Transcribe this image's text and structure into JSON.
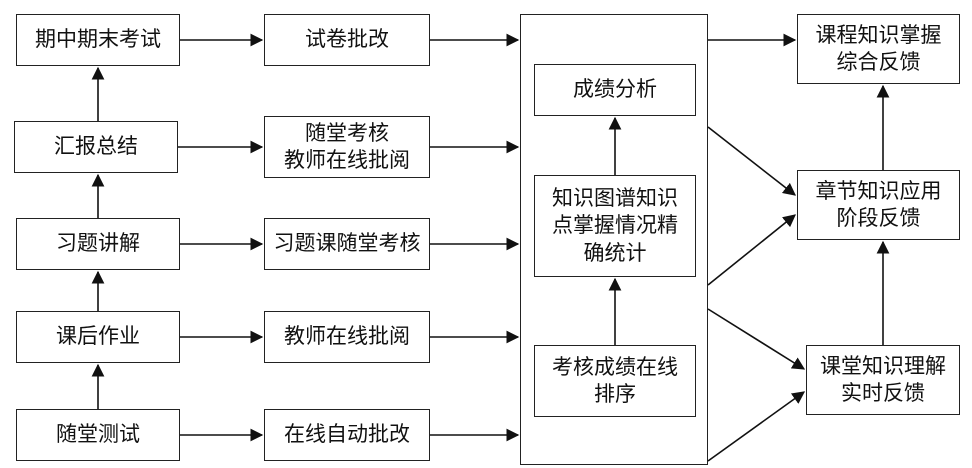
{
  "left_column": [
    {
      "id": "final_exam",
      "label": "期中期末考试"
    },
    {
      "id": "report_summary",
      "label": "汇报总结"
    },
    {
      "id": "exercise_explain",
      "label": "习题讲解"
    },
    {
      "id": "homework",
      "label": "课后作业"
    },
    {
      "id": "class_quiz",
      "label": "随堂测试"
    }
  ],
  "grading_column": [
    {
      "id": "paper_grading",
      "label": "试卷批改"
    },
    {
      "id": "class_assess_teacher",
      "label": "随堂考核\n教师在线批阅"
    },
    {
      "id": "exercise_class_assess",
      "label": "习题课随堂考核"
    },
    {
      "id": "teacher_online",
      "label": "教师在线批阅"
    },
    {
      "id": "online_auto",
      "label": "在线自动批改"
    }
  ],
  "analysis_column": [
    {
      "id": "score_analysis",
      "label": "成绩分析"
    },
    {
      "id": "knowledge_graph",
      "label": "知识图谱知识\n点掌握情况精\n确统计"
    },
    {
      "id": "ranking",
      "label": "考核成绩在线\n排序"
    }
  ],
  "feedback_column": [
    {
      "id": "course_feedback",
      "label": "课程知识掌握\n综合反馈"
    },
    {
      "id": "chapter_feedback",
      "label": "章节知识应用\n阶段反馈"
    },
    {
      "id": "class_feedback",
      "label": "课堂知识理解\n实时反馈"
    }
  ]
}
